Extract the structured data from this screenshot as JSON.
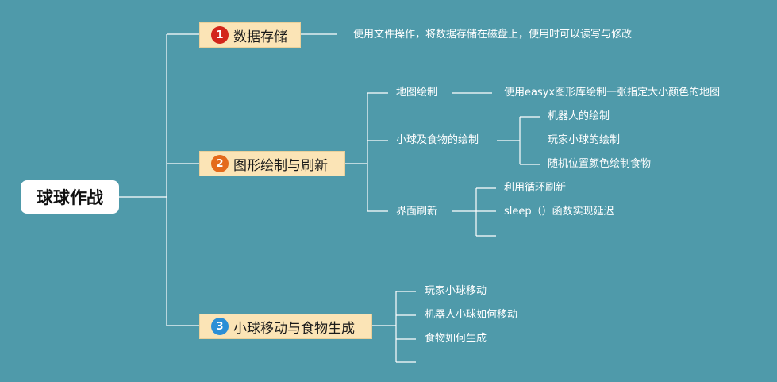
{
  "root": {
    "label": "球球作战"
  },
  "branches": [
    {
      "number": "1",
      "label": "数据存储",
      "badge_color": "#d3261b",
      "children": [
        {
          "label": "使用文件操作，将数据存储在磁盘上，使用时可以读写与修改"
        }
      ]
    },
    {
      "number": "2",
      "label": "图形绘制与刷新",
      "badge_color": "#e46a1c",
      "children": [
        {
          "label": "地图绘制",
          "children": [
            {
              "label": "使用easyx图形库绘制一张指定大小颜色的地图"
            }
          ]
        },
        {
          "label": "小球及食物的绘制",
          "children": [
            {
              "label": "机器人的绘制"
            },
            {
              "label": "玩家小球的绘制"
            },
            {
              "label": "随机位置颜色绘制食物"
            }
          ]
        },
        {
          "label": "界面刷新",
          "children": [
            {
              "label": "利用循环刷新"
            },
            {
              "label": "sleep（）函数实现延迟"
            },
            {
              "label": ""
            }
          ]
        }
      ]
    },
    {
      "number": "3",
      "label": "小球移动与食物生成",
      "badge_color": "#2b8fd6",
      "children": [
        {
          "label": "玩家小球移动"
        },
        {
          "label": "机器人小球如何移动"
        },
        {
          "label": "食物如何生成"
        },
        {
          "label": ""
        }
      ]
    }
  ],
  "colors": {
    "background": "#4f9aaa",
    "branch_fill": "#fbe4b6",
    "connector": "#ffffff"
  }
}
